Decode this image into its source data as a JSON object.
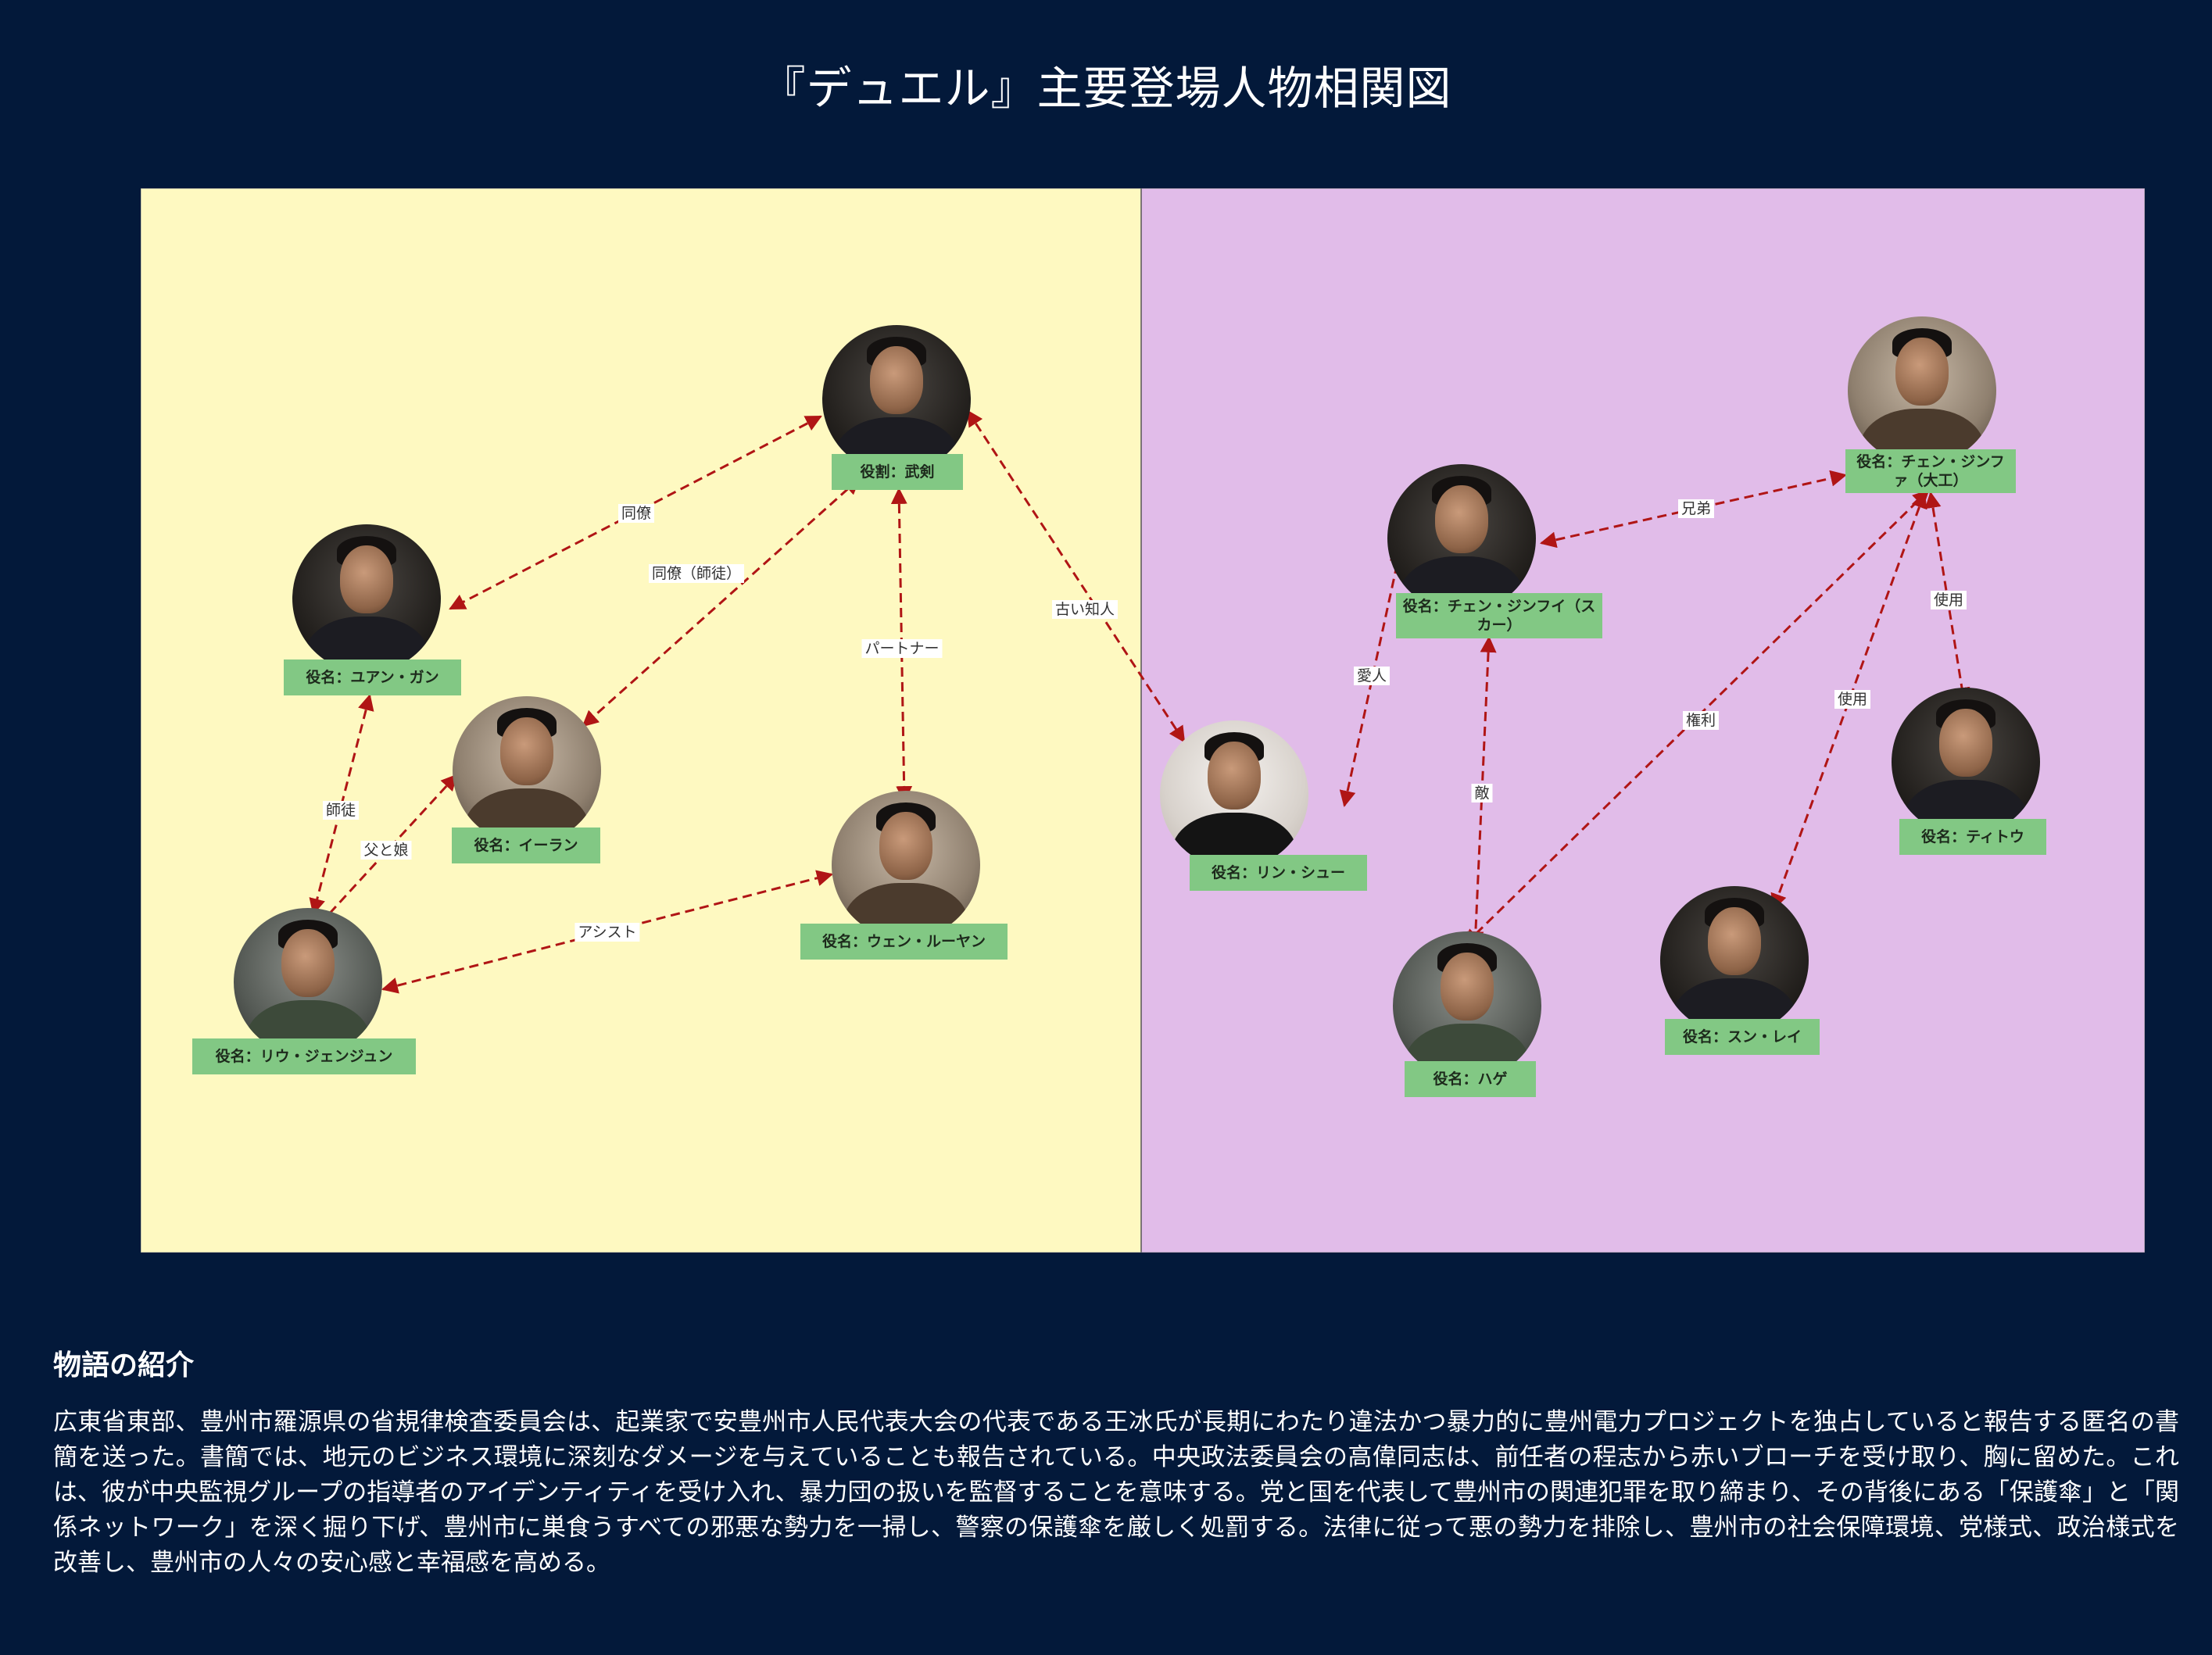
{
  "title": "『デュエル』主要登場人物相関図",
  "panels": {
    "left_color": "#fef9c1",
    "right_color": "#e1bce9"
  },
  "colors": {
    "background": "#03193a",
    "label_bg": "#82c884",
    "edge": "#b01515"
  },
  "nodes": [
    {
      "id": "wujian",
      "label": "役割：武剣"
    },
    {
      "id": "yuangan",
      "label": "役名：ユアン・ガン"
    },
    {
      "id": "yilan",
      "label": "役名：イーラン"
    },
    {
      "id": "liu",
      "label": "役名：リウ・ジェンジュン"
    },
    {
      "id": "wen",
      "label": "役名：ウェン・ルーヤン"
    },
    {
      "id": "linxu",
      "label": "役名：リン・シュー"
    },
    {
      "id": "scar",
      "label": "役名：チェン・ジンフイ（スカー）"
    },
    {
      "id": "dagong",
      "label": "役名：チェン・ジンファ（大工）"
    },
    {
      "id": "tito",
      "label": "役名：ティトウ"
    },
    {
      "id": "hage",
      "label": "役名：ハゲ"
    },
    {
      "id": "sunlei",
      "label": "役名：スン・レイ"
    }
  ],
  "edges": [
    {
      "from": "wujian",
      "to": "yuangan",
      "label": "同僚"
    },
    {
      "from": "wujian",
      "to": "yilan",
      "label": "同僚（師徒）"
    },
    {
      "from": "wujian",
      "to": "wen",
      "label": "パートナー"
    },
    {
      "from": "wujian",
      "to": "linxu",
      "label": "古い知人"
    },
    {
      "from": "yuangan",
      "to": "liu",
      "label": "師徒"
    },
    {
      "from": "yilan",
      "to": "liu",
      "label": "父と娘"
    },
    {
      "from": "liu",
      "to": "wen",
      "label": "アシスト"
    },
    {
      "from": "linxu",
      "to": "scar",
      "label": "愛人"
    },
    {
      "from": "scar",
      "to": "dagong",
      "label": "兄弟"
    },
    {
      "from": "scar",
      "to": "hage",
      "label": "敵"
    },
    {
      "from": "dagong",
      "to": "hage",
      "label": "権利"
    },
    {
      "from": "dagong",
      "to": "sunlei",
      "label": "使用"
    },
    {
      "from": "dagong",
      "to": "tito",
      "label": "使用"
    }
  ],
  "story": {
    "heading": "物語の紹介",
    "text": "広東省東部、豊州市羅源県の省規律検査委員会は、起業家で安豊州市人民代表大会の代表である王冰氏が長期にわたり違法かつ暴力的に豊州電力プロジェクトを独占していると報告する匿名の書簡を送った。書簡では、地元のビジネス環境に深刻なダメージを与えていることも報告されている。中央政法委員会の高偉同志は、前任者の程志から赤いブローチを受け取り、胸に留めた。これは、彼が中央監視グループの指導者のアイデンティティを受け入れ、暴力団の扱いを監督することを意味する。党と国を代表して豊州市の関連犯罪を取り締まり、その背後にある「保護傘」と「関係ネットワーク」を深く掘り下げ、豊州市に巣食うすべての邪悪な勢力を一掃し、警察の保護傘を厳しく処罰する。法律に従って悪の勢力を排除し、豊州市の社会保障環境、党様式、政治様式を改善し、豊州市の人々の安心感と幸福感を高める。"
  }
}
